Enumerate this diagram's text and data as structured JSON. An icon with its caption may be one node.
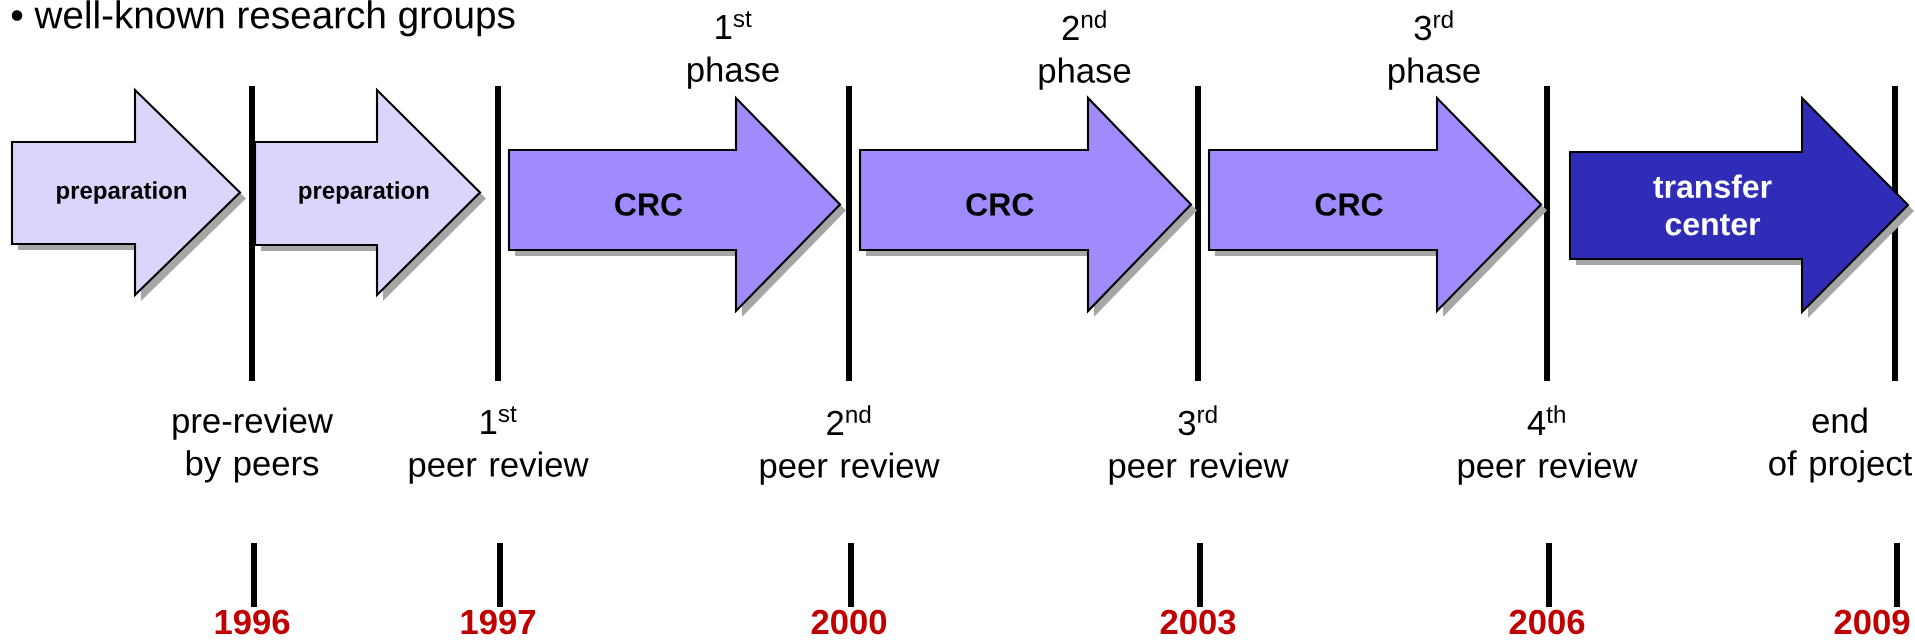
{
  "diagram": {
    "nodes": [
      {
        "text": [
          "preparation"
        ]
      },
      {
        "text": [
          "preparation"
        ]
      },
      {
        "text": [
          "CRC"
        ],
        "beside": [
          "1$^{st}$ phase"
        ]
      },
      {
        "text": [
          "CRC"
        ],
        "beside": [
          "2$^{nd}$ phase"
        ]
      },
      {
        "text": [
          "CRC"
        ],
        "beside": [
          "3$^{rd}$ phase"
        ]
      },
      {
        "text": [
          "transfer center"
        ]
      }
    ],
    "labels": [
      "• well-known research groups",
      "pre-review by peers",
      "1$^{st}$ peer review",
      "2$^{nd}$ peer review",
      "3$^{rd}$ peer review",
      "4$^{th}$ peer review",
      "end of project",
      "1996",
      "1997",
      "2000",
      "2003",
      "2006",
      "2009"
    ]
  }
}
